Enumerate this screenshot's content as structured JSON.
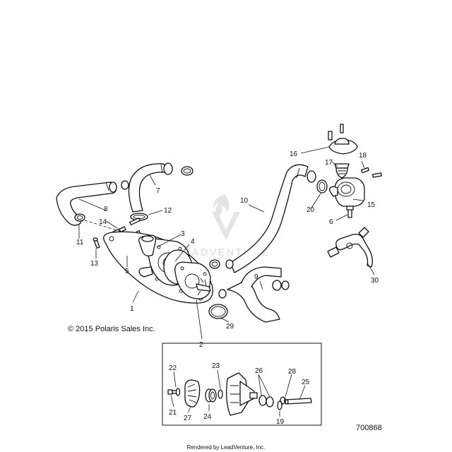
{
  "diagram": {
    "copyright": "© 2015 Polaris Sales Inc.",
    "figure_number": "700868",
    "footer": "Rendered by LeadVenture, Inc.",
    "watermark": "LEADVENTURE",
    "accent_color": "#111111"
  },
  "callouts": {
    "c1": "1",
    "c2": "2",
    "c3": "3",
    "c4": "4",
    "c5": "5",
    "c6": "6",
    "c7": "7",
    "c8": "8",
    "c9": "9",
    "c10": "10",
    "c11": "11",
    "c12": "12",
    "c13": "13",
    "c14": "14",
    "c15": "15",
    "c16": "16",
    "c17": "17",
    "c18": "18",
    "c19": "19",
    "c20": "20",
    "c21": "21",
    "c22": "22",
    "c23": "23",
    "c24": "24",
    "c25": "25",
    "c26": "26",
    "c27": "27",
    "c28": "28",
    "c29": "29",
    "c30": "30"
  }
}
